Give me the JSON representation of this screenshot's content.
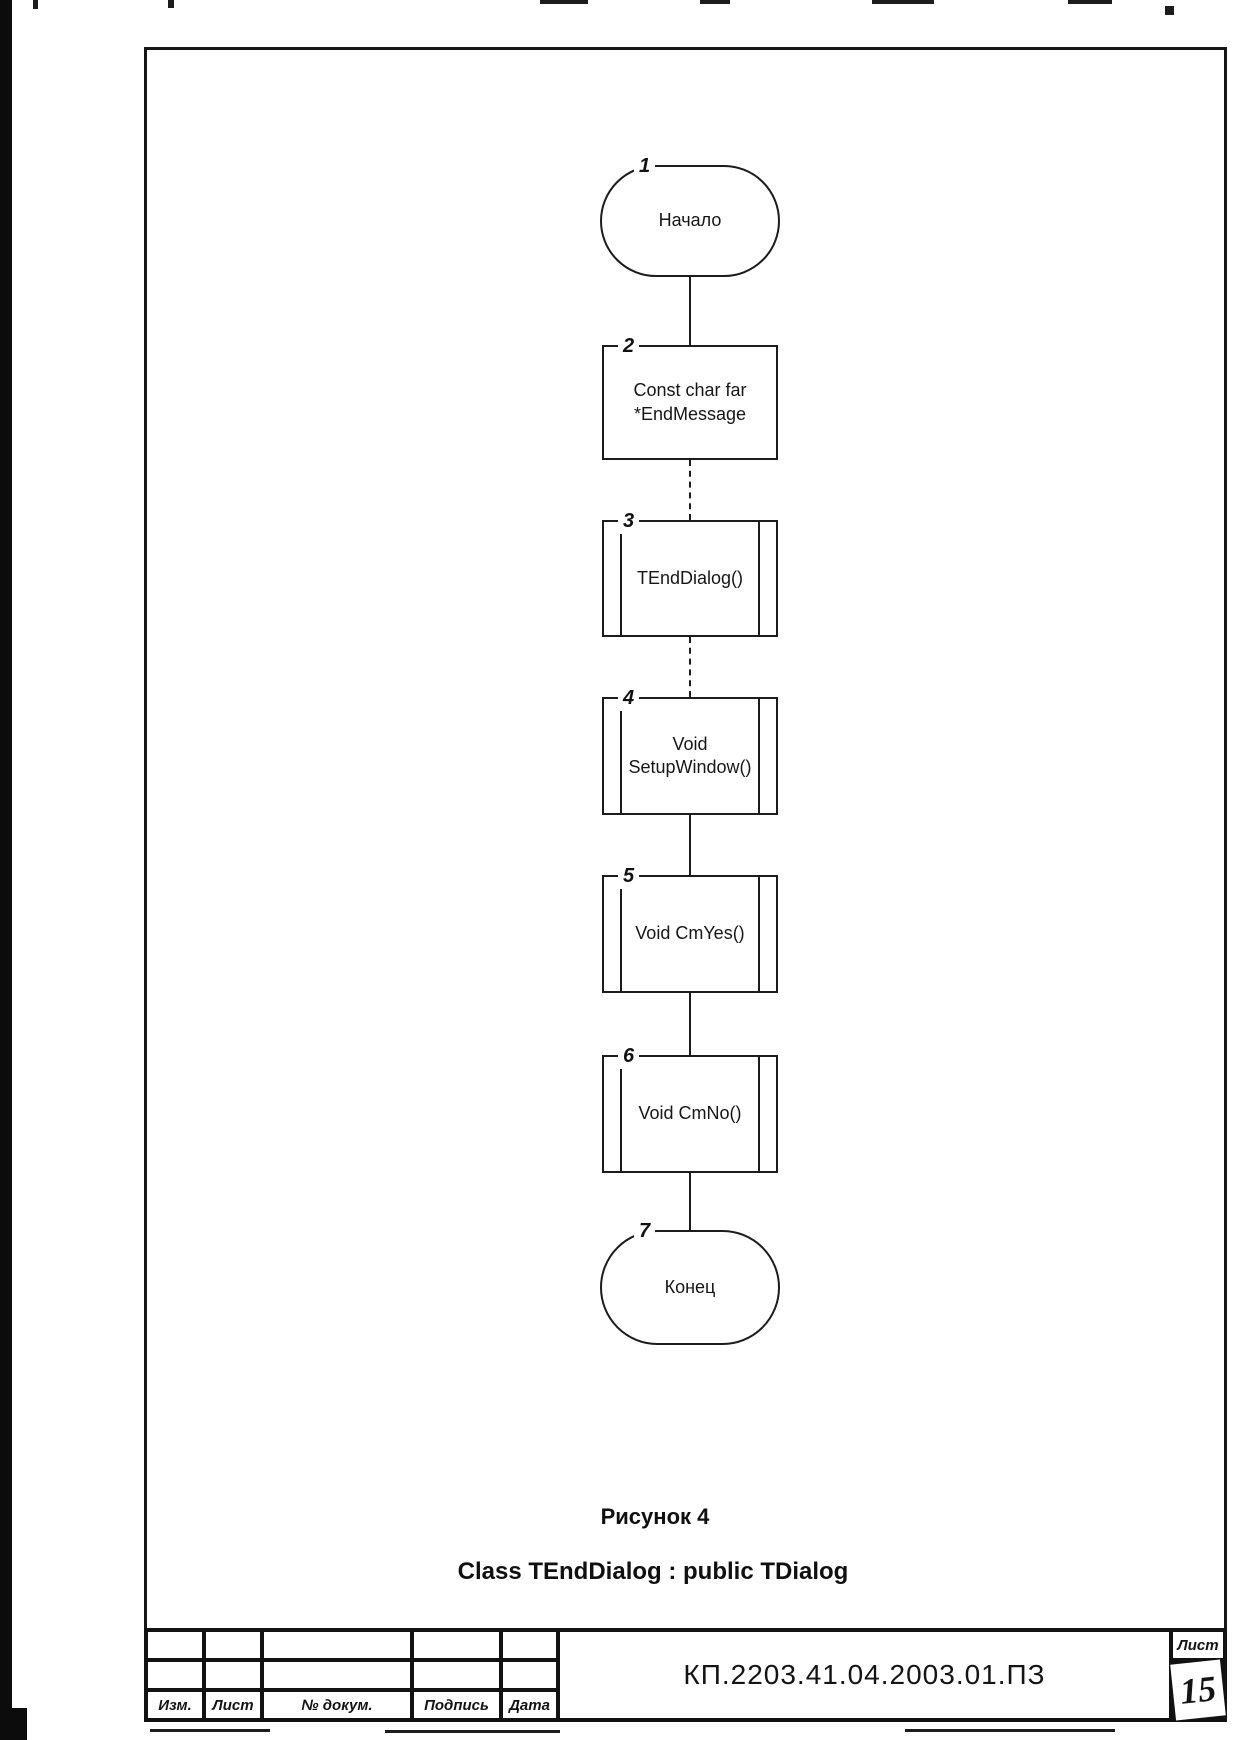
{
  "colors": {
    "ink": "#1c1c1c",
    "paper": "#ffffff"
  },
  "flowchart": {
    "nodes": [
      {
        "num": "1",
        "type": "terminator",
        "lines": [
          "Начало"
        ]
      },
      {
        "num": "2",
        "type": "process",
        "lines": [
          "Const char far",
          "*EndMessage"
        ]
      },
      {
        "num": "3",
        "type": "predefined",
        "lines": [
          "TEndDialog()"
        ]
      },
      {
        "num": "4",
        "type": "predefined",
        "lines": [
          "Void",
          "SetupWindow()"
        ]
      },
      {
        "num": "5",
        "type": "predefined",
        "lines": [
          "Void CmYes()"
        ]
      },
      {
        "num": "6",
        "type": "predefined",
        "lines": [
          "Void CmNo()"
        ]
      },
      {
        "num": "7",
        "type": "terminator",
        "lines": [
          "Конец"
        ]
      }
    ]
  },
  "caption": {
    "figure_label": "Рисунок 4",
    "class_signature": "Class TEndDialog : public TDialog"
  },
  "title_block": {
    "columns": [
      "Изм.",
      "Лист",
      "№ докум.",
      "Подпись",
      "Дата"
    ],
    "document_code": "КП.2203.41.04.2003.01.ПЗ",
    "sheet_header": "Лист",
    "sheet_number": "15"
  }
}
